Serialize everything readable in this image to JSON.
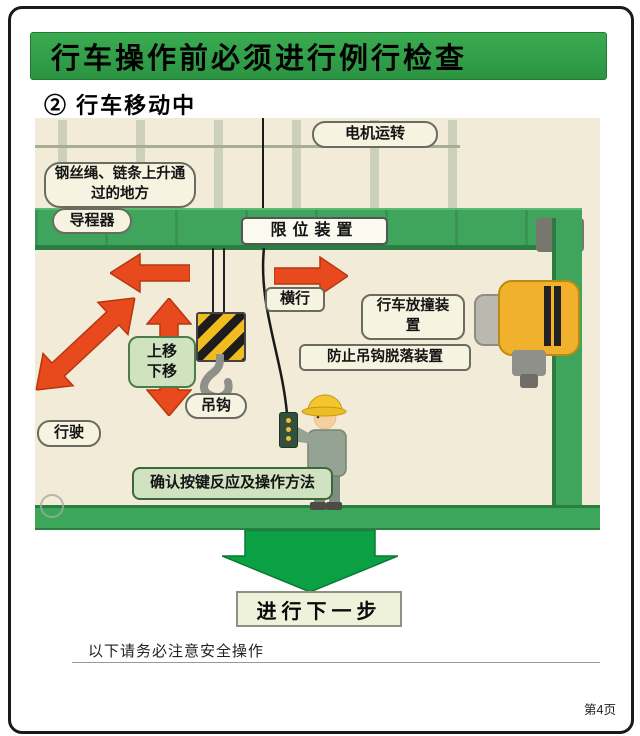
{
  "header": {
    "title": "行车操作前必须进行例行检查"
  },
  "subtitle": "② 行车移动中",
  "callouts": {
    "motor_running": "电机运转",
    "rope_pass": [
      "钢丝绳、链条上升通",
      "过的地方"
    ],
    "guide": "导程器",
    "limit_device": "限位装置",
    "traverse": "横行",
    "anti_collision": [
      "行车放撞装",
      "置"
    ],
    "move_up_down": [
      "上移",
      "下移"
    ],
    "hook": "吊钩",
    "hook_drop_prevention": "防止吊钩脱落装置",
    "travel": "行驶",
    "confirm_operation": "确认按键反应及操作方法"
  },
  "footer": {
    "next_step": "进行下一步",
    "safety_note": "以下请务必注意安全操作",
    "page_number": "第4页"
  },
  "colors": {
    "header_green": "#2f9e44",
    "beam_green": "#3fa45c",
    "floor_green": "#3ca65a",
    "arrow_red": "#e8491d",
    "big_arrow_green": "#0ca044",
    "canvas_cream": "#f1ebd7",
    "label_bg": "#f6f3e0",
    "label_green_bg": "#cfe3c0",
    "motor_yellow": "#f2b12c",
    "hook_yellow": "#f0bc20"
  }
}
